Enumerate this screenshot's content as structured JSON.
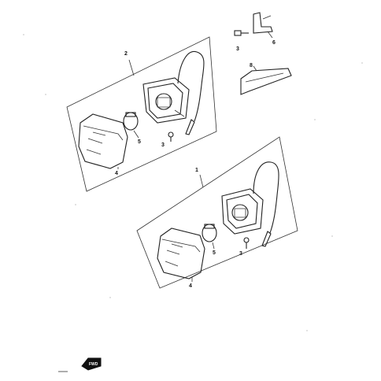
{
  "callouts": {
    "front_assembly": "2",
    "rear_assembly": "1",
    "screw_top": "3",
    "bracket": "6",
    "reflector": "8",
    "lens_front": "4",
    "bulb_front": "5",
    "screw_front": "3",
    "lens_rear": "4",
    "bulb_rear": "5",
    "screw_rear": "3"
  },
  "footer": {
    "fwd_label": "FWD"
  },
  "icons": {
    "front_arrow": "fwd-arrow-icon"
  }
}
